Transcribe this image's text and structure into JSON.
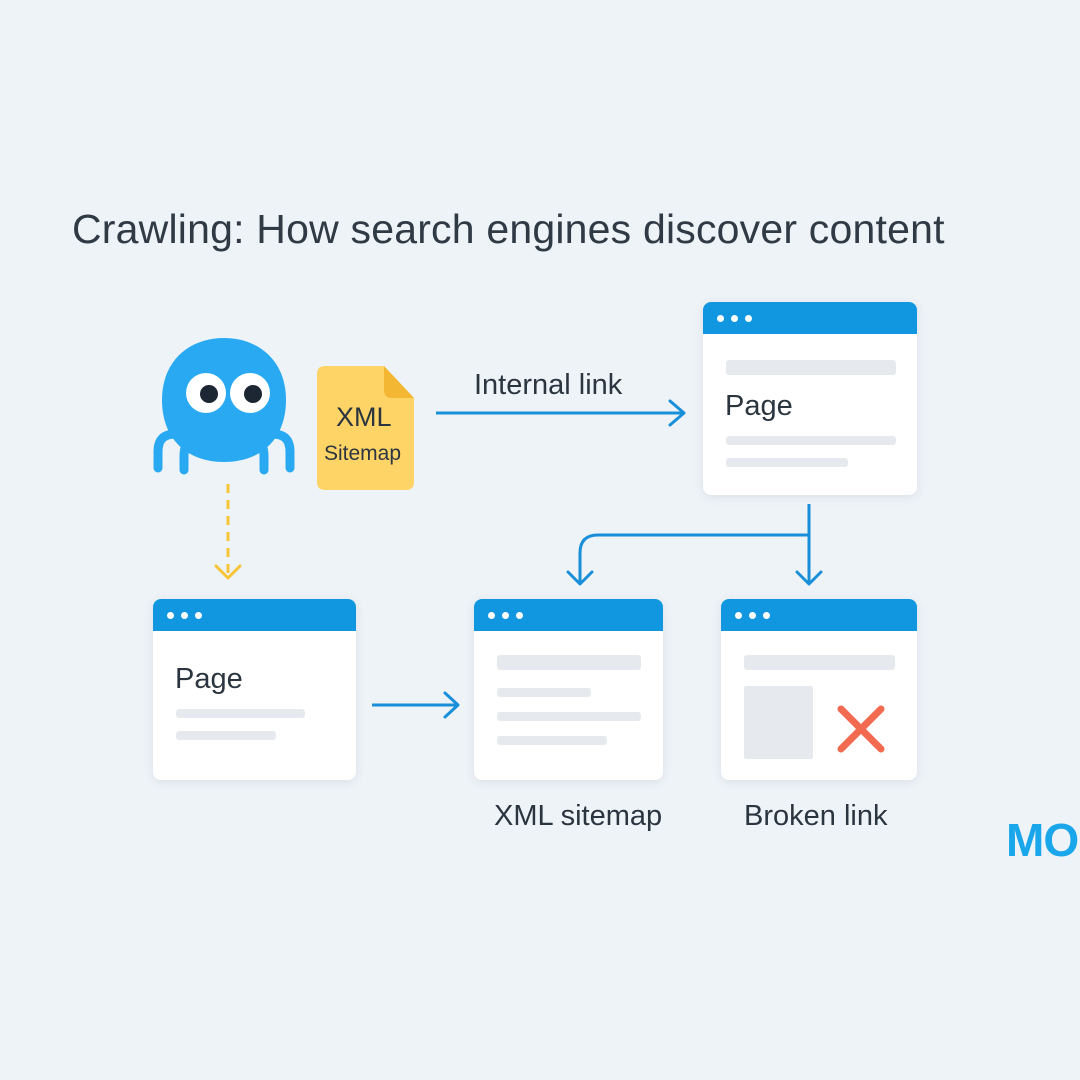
{
  "title": "Crawling: How search engines discover content",
  "sitemap_file": {
    "line1": "XML",
    "line2": "Sitemap"
  },
  "edges": {
    "internal_link": "Internal link"
  },
  "nodes": {
    "page_top": {
      "label": "Page"
    },
    "page_bottom": {
      "label": "Page"
    },
    "xml_sitemap": {
      "caption": "XML sitemap"
    },
    "broken_link": {
      "caption": "Broken link"
    }
  },
  "logo": "MO",
  "colors": {
    "background": "#eef3f7",
    "window_bar": "#1196e0",
    "arrow": "#1a8fd9",
    "crawler": "#29a9f2",
    "sitemap_file": "#ffd466",
    "dashed_arrow": "#f6c437",
    "broken_x": "#f26b50",
    "logo": "#1aa6ea"
  }
}
